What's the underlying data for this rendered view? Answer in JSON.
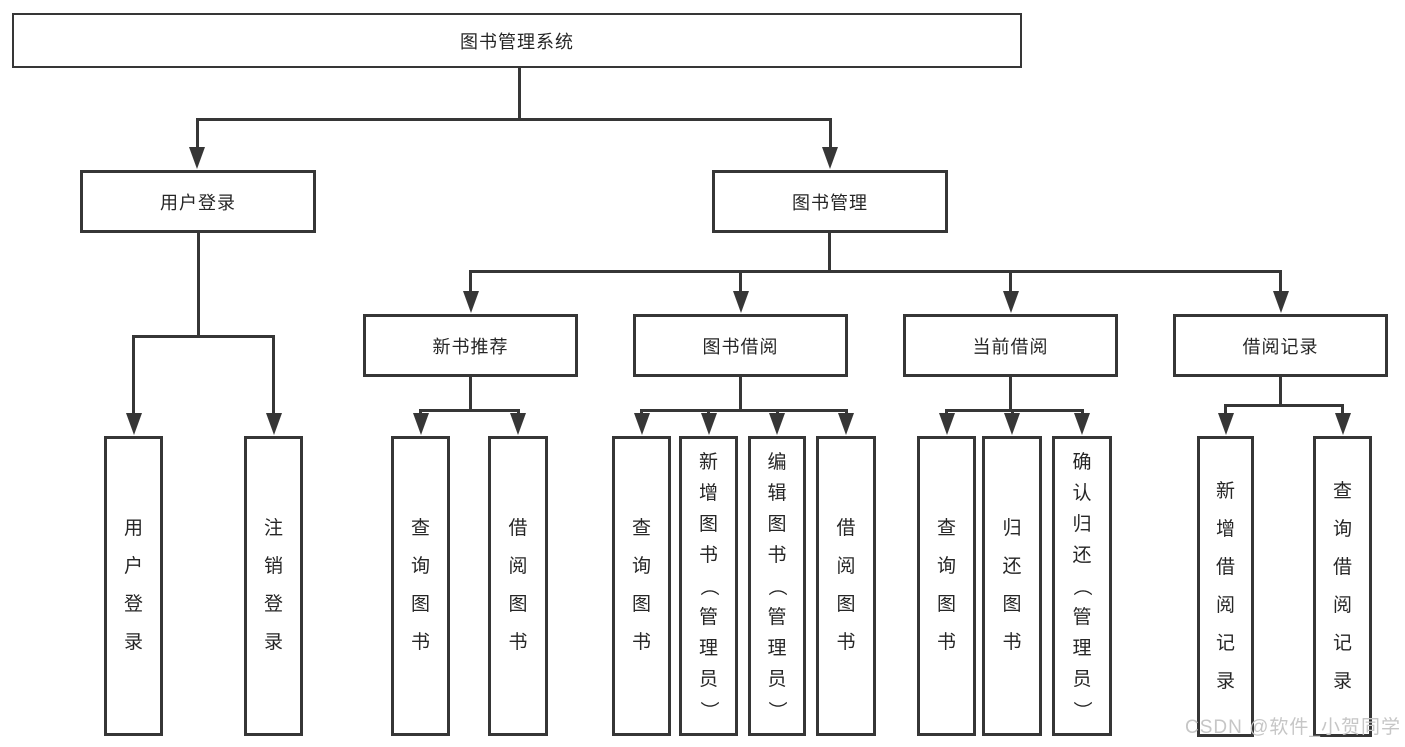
{
  "diagram": {
    "root": {
      "label": "图书管理系统"
    },
    "level2": [
      {
        "label": "用户登录"
      },
      {
        "label": "图书管理"
      }
    ],
    "level3": [
      {
        "label": "新书推荐",
        "parent": "图书管理"
      },
      {
        "label": "图书借阅",
        "parent": "图书管理"
      },
      {
        "label": "当前借阅",
        "parent": "图书管理"
      },
      {
        "label": "借阅记录",
        "parent": "图书管理"
      }
    ],
    "leaves": [
      {
        "label": "用户登录",
        "parent": "用户登录"
      },
      {
        "label": "注销登录",
        "parent": "用户登录"
      },
      {
        "label": "查询图书",
        "parent": "新书推荐"
      },
      {
        "label": "借阅图书",
        "parent": "新书推荐"
      },
      {
        "label": "查询图书",
        "parent": "图书借阅"
      },
      {
        "label": "新增图书（管理员）",
        "parent": "图书借阅"
      },
      {
        "label": "编辑图书（管理员）",
        "parent": "图书借阅"
      },
      {
        "label": "借阅图书",
        "parent": "图书借阅"
      },
      {
        "label": "查询图书",
        "parent": "当前借阅"
      },
      {
        "label": "归还图书",
        "parent": "当前借阅"
      },
      {
        "label": "确认归还（管理员）",
        "parent": "当前借阅"
      },
      {
        "label": "新增借阅记录",
        "parent": "借阅记录"
      },
      {
        "label": "查询借阅记录",
        "parent": "借阅记录"
      }
    ]
  },
  "watermark": {
    "text": "CSDN @软件_小贺同学"
  },
  "colors": {
    "line": "#363636",
    "text": "#262626",
    "watermark": "#c6c6c6",
    "background": "#ffffff"
  }
}
